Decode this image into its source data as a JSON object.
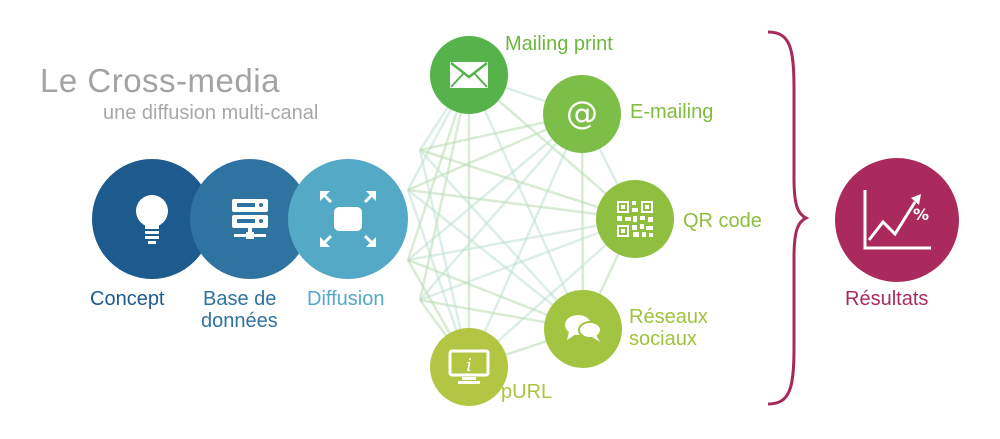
{
  "header": {
    "title": "Le Cross-media",
    "subtitle": "une diffusion multi-canal"
  },
  "stages": [
    {
      "label": "Concept",
      "icon": "lightbulb-icon",
      "color": "#1d5b8e"
    },
    {
      "label_line1": "Base de",
      "label_line2": "données",
      "icon": "server-icon",
      "color": "#2f73a1"
    },
    {
      "label": "Diffusion",
      "icon": "expand-icon",
      "color": "#54a9c6"
    }
  ],
  "channels": [
    {
      "label": "Mailing print",
      "icon": "envelope-icon",
      "color": "#56b24a"
    },
    {
      "label": "E-mailing",
      "icon": "at-icon",
      "color": "#7cbe48"
    },
    {
      "label": "QR code",
      "icon": "qr-code-icon",
      "color": "#8ebf3e"
    },
    {
      "label_line1": "Réseaux",
      "label_line2": "sociaux",
      "icon": "chat-bubbles-icon",
      "color": "#a3c441"
    },
    {
      "label": "pURL",
      "icon": "info-monitor-icon",
      "color": "#b2c643"
    }
  ],
  "result": {
    "label": "Résultats",
    "icon_text": "%",
    "icon": "growth-chart-icon",
    "color": "#ab2a5e"
  },
  "colors": {
    "label_green": "#8dbf3c",
    "brace": "#a82a5c",
    "title_gray": "#a3a3a3"
  }
}
